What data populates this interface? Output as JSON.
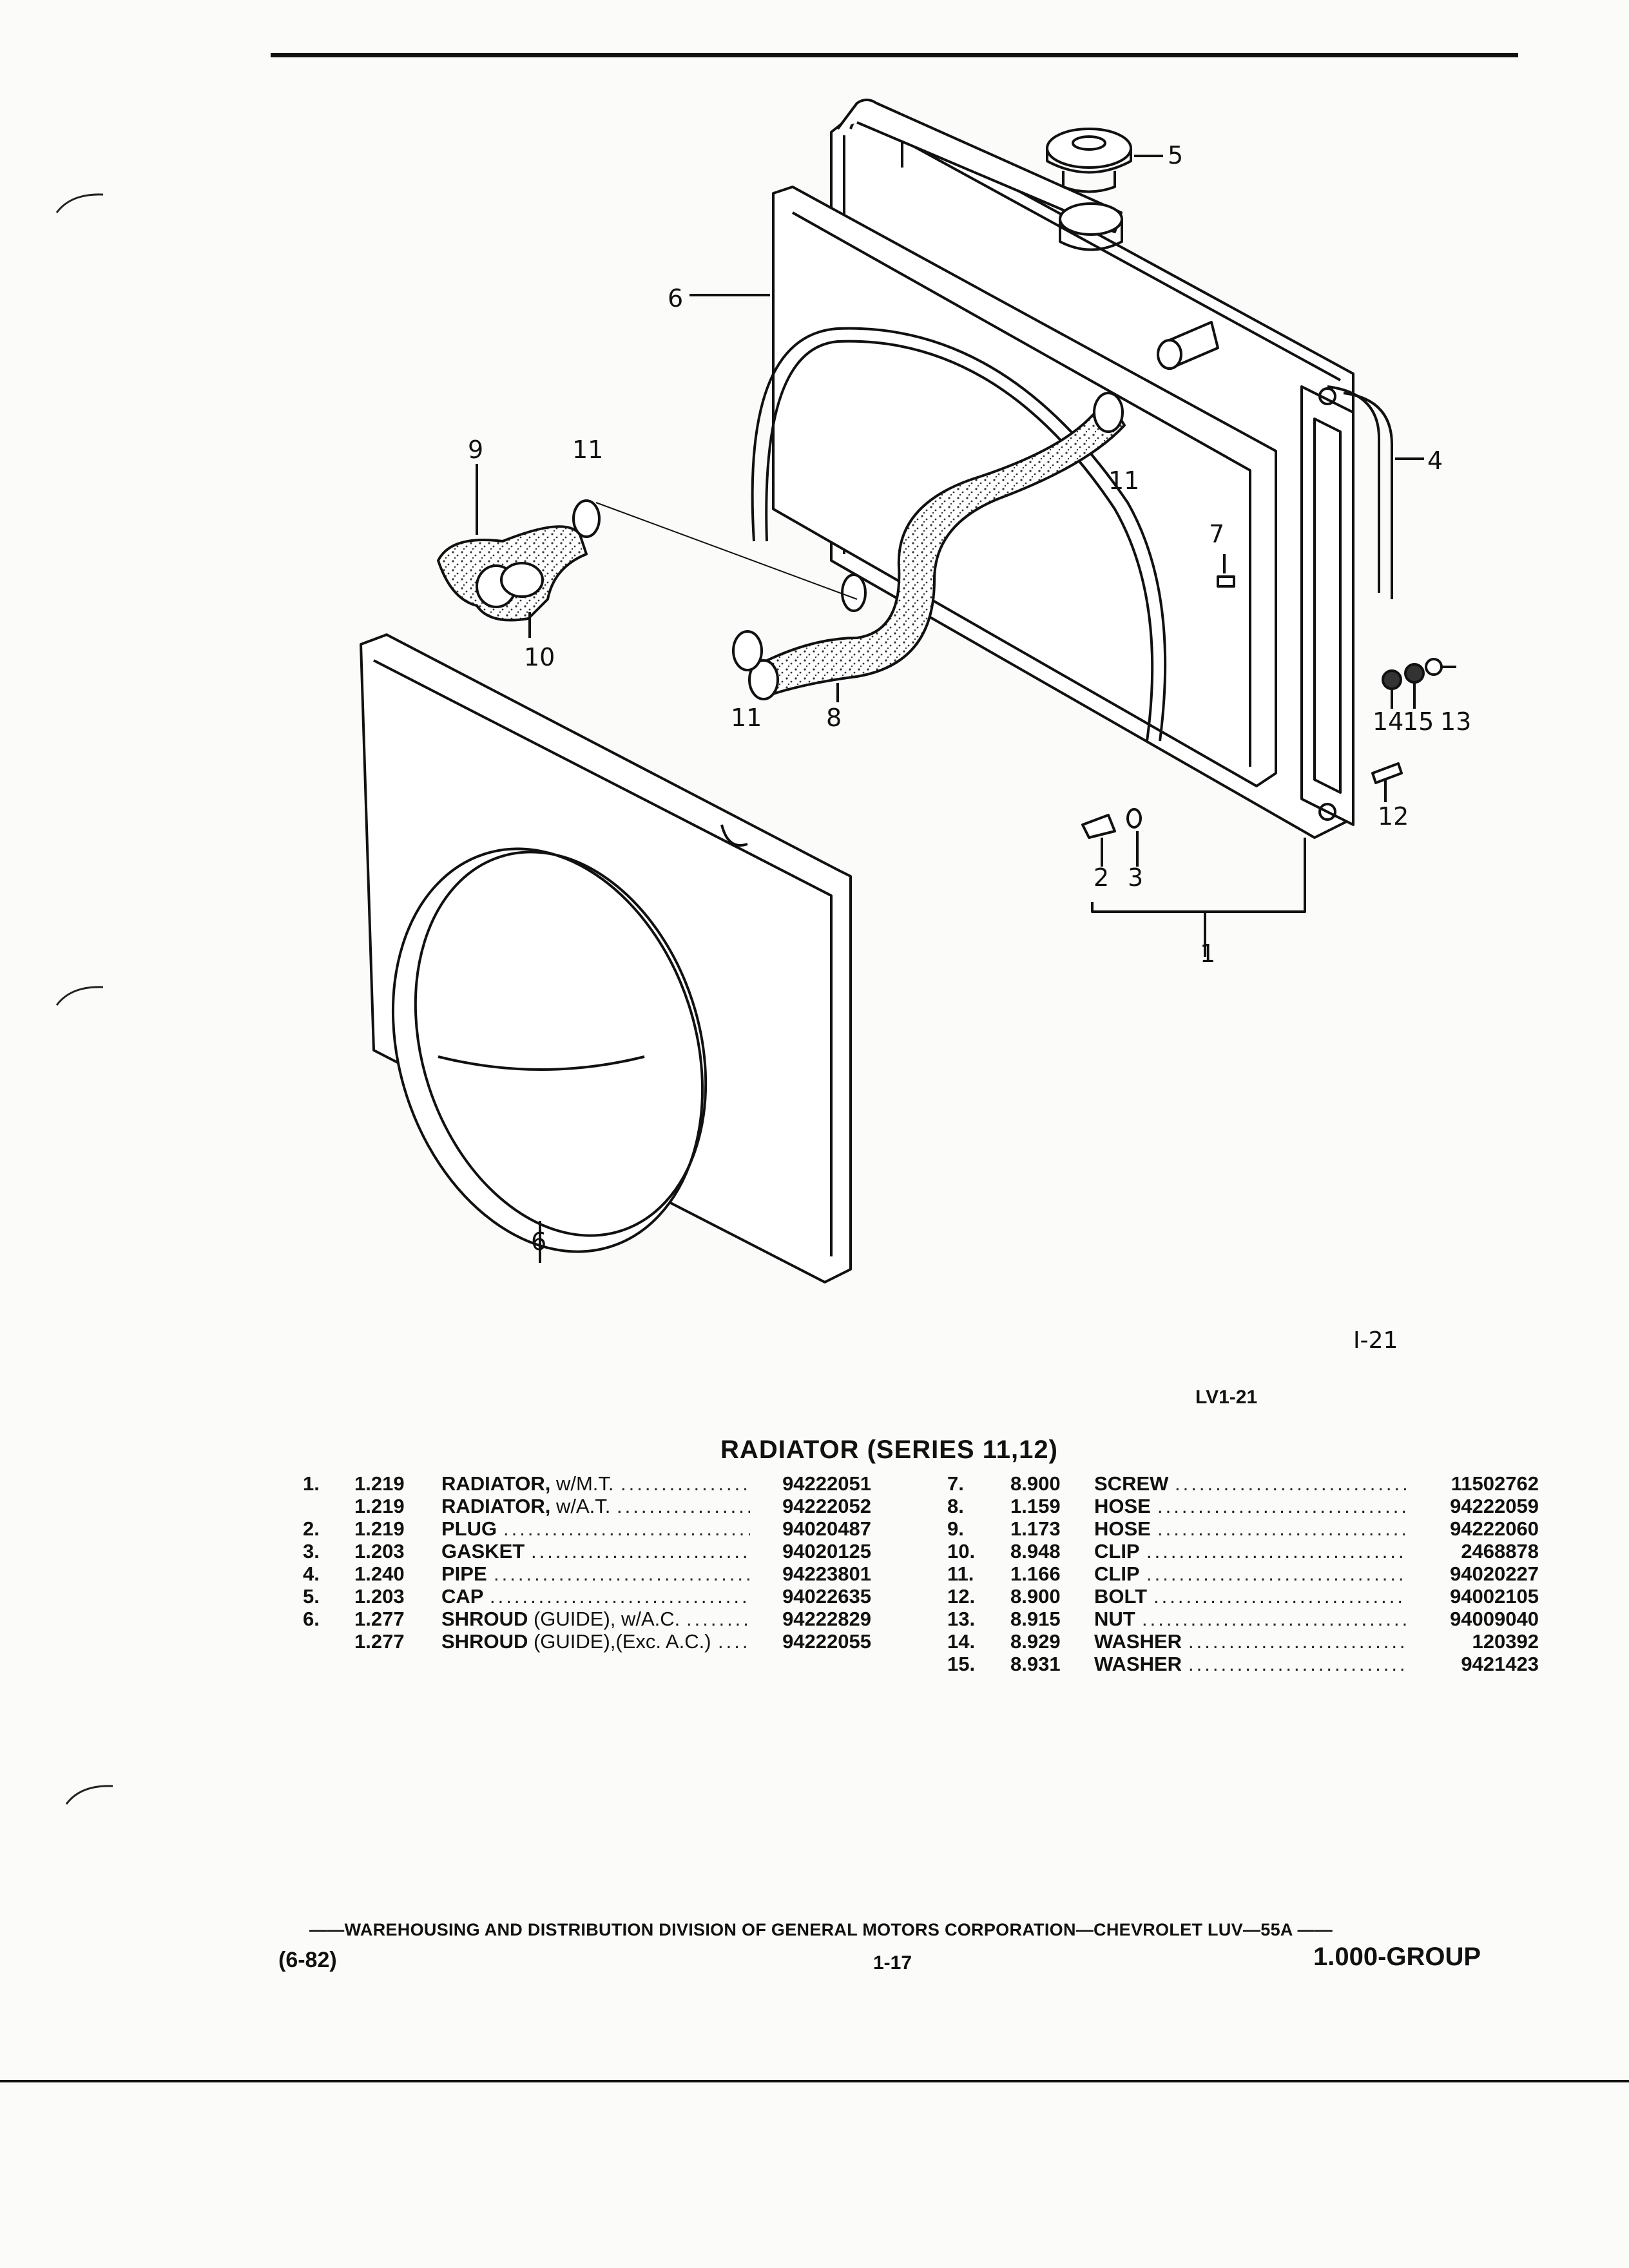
{
  "diagram": {
    "callouts": [
      "5",
      "6",
      "4",
      "9",
      "11",
      "11",
      "7",
      "10",
      "11",
      "8",
      "14",
      "15",
      "13",
      "12",
      "2",
      "3",
      "1",
      "6"
    ],
    "drawing_number": "I-21",
    "reference_code": "LV1-21"
  },
  "parts_list": {
    "title": "RADIATOR (SERIES 11,12)",
    "left_column": [
      {
        "num": "1.",
        "group": "1.219",
        "desc": "RADIATOR,",
        "note": "w/M.T.",
        "part_no": "94222051"
      },
      {
        "num": "",
        "group": "1.219",
        "desc": "RADIATOR,",
        "note": "w/A.T.",
        "part_no": "94222052"
      },
      {
        "num": "2.",
        "group": "1.219",
        "desc": "PLUG",
        "note": "",
        "part_no": "94020487"
      },
      {
        "num": "3.",
        "group": "1.203",
        "desc": "GASKET",
        "note": "",
        "part_no": "94020125"
      },
      {
        "num": "4.",
        "group": "1.240",
        "desc": "PIPE",
        "note": "",
        "part_no": "94223801"
      },
      {
        "num": "5.",
        "group": "1.203",
        "desc": "CAP",
        "note": "",
        "part_no": "94022635"
      },
      {
        "num": "6.",
        "group": "1.277",
        "desc": "SHROUD",
        "note": "(GUIDE), w/A.C.",
        "part_no": "94222829"
      },
      {
        "num": "",
        "group": "1.277",
        "desc": "SHROUD",
        "note": "(GUIDE),(Exc. A.C.)",
        "part_no": "94222055"
      }
    ],
    "right_column": [
      {
        "num": "7.",
        "group": "8.900",
        "desc": "SCREW",
        "note": "",
        "part_no": "11502762"
      },
      {
        "num": "8.",
        "group": "1.159",
        "desc": "HOSE",
        "note": "",
        "part_no": "94222059"
      },
      {
        "num": "9.",
        "group": "1.173",
        "desc": "HOSE",
        "note": "",
        "part_no": "94222060"
      },
      {
        "num": "10.",
        "group": "8.948",
        "desc": "CLIP",
        "note": "",
        "part_no": "2468878"
      },
      {
        "num": "11.",
        "group": "1.166",
        "desc": "CLIP",
        "note": "",
        "part_no": "94020227"
      },
      {
        "num": "12.",
        "group": "8.900",
        "desc": "BOLT",
        "note": "",
        "part_no": "94002105"
      },
      {
        "num": "13.",
        "group": "8.915",
        "desc": "NUT",
        "note": "",
        "part_no": "94009040"
      },
      {
        "num": "14.",
        "group": "8.929",
        "desc": "WASHER",
        "note": "",
        "part_no": "120392"
      },
      {
        "num": "15.",
        "group": "8.931",
        "desc": "WASHER",
        "note": "",
        "part_no": "9421423"
      }
    ]
  },
  "footer": {
    "division_line": "——WAREHOUSING AND DISTRIBUTION DIVISION OF GENERAL MOTORS CORPORATION—CHEVROLET LUV—55A ——",
    "date": "(6-82)",
    "page": "1-17",
    "group": "1.000-GROUP"
  }
}
